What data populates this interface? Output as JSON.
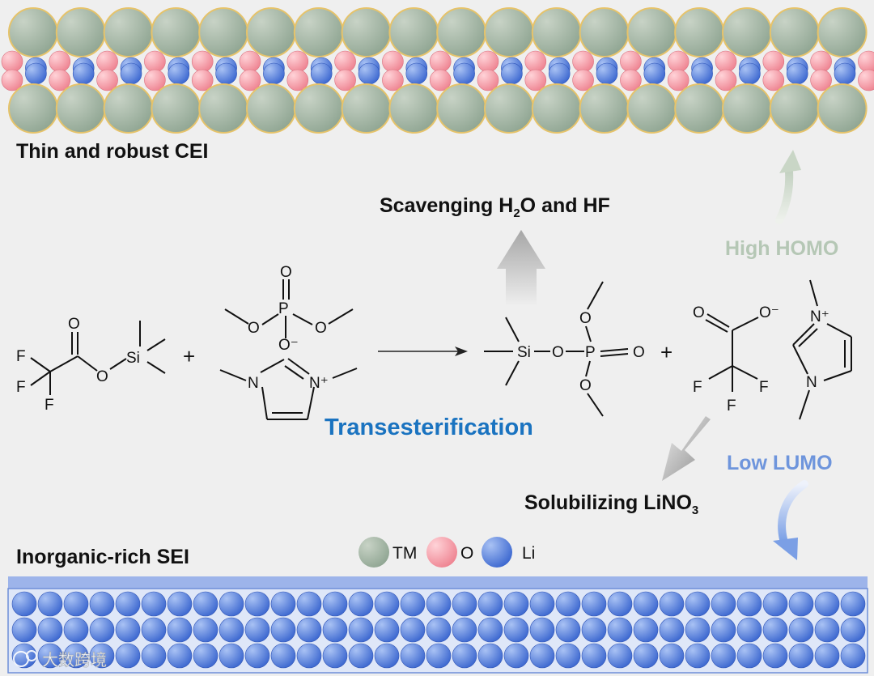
{
  "labels": {
    "cei": "Thin and robust  CEI",
    "scavenging": "Scavenging H",
    "scavenging_sub": "2",
    "scavenging_tail": "O and HF",
    "high_homo": "High HOMO",
    "transesterification": "Transesterification",
    "low_lumo": "Low LUMO",
    "solubilizing": "Solubilizing LiNO",
    "solubilizing_sub": "3",
    "sei": "Inorganic-rich SEI"
  },
  "legend": {
    "tm": "TM",
    "o": "O",
    "li": "Li"
  },
  "chem": {
    "o": "O",
    "f": "F",
    "si": "Si",
    "p": "P",
    "n": "N",
    "plus": "+",
    "minus": "-",
    "o_minus": "O⁻",
    "n_plus": "N⁺"
  },
  "watermark": "大数跨境",
  "colors": {
    "tm": "#9cb39f",
    "o": "#f29aa6",
    "li": "#4f7bd9",
    "transesterification": "#1a73c0",
    "high_homo": "#b5c7b5",
    "low_lumo": "#6e95dc"
  }
}
